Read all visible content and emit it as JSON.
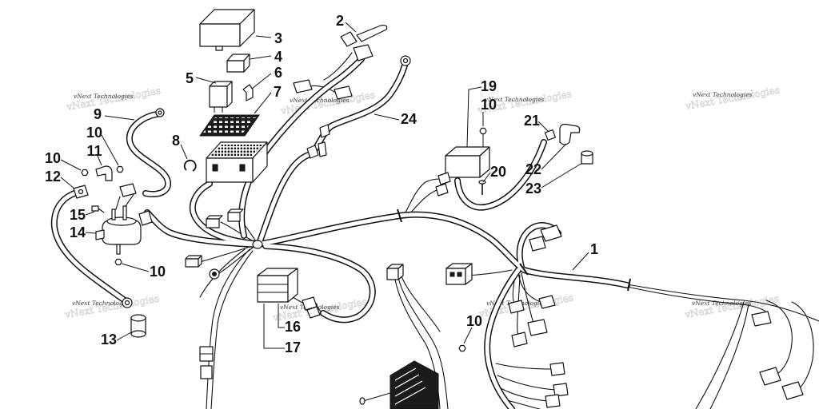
{
  "callouts": [
    "2",
    "3",
    "4",
    "6",
    "5",
    "7",
    "19",
    "10",
    "9",
    "24",
    "21",
    "10",
    "8",
    "11",
    "10",
    "22",
    "20",
    "12",
    "23",
    "15",
    "14",
    "1",
    "10",
    "10",
    "16",
    "13",
    "17"
  ],
  "watermark": "vNext Technologies"
}
